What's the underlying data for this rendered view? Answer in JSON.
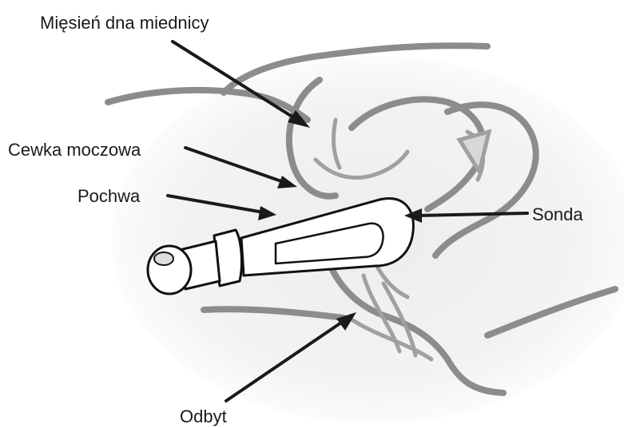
{
  "labels": {
    "pelvic_floor_muscle": "Mięsień dna miednicy",
    "urethra": "Cewka moczowa",
    "vagina": "Pochwa",
    "probe": "Sonda",
    "anus": "Odbyt"
  },
  "colors": {
    "anatomy_stroke": "#8c8c8c",
    "anatomy_fill": "#e9e9e9",
    "arrow": "#1a1a1a",
    "probe_outline": "#111111",
    "probe_fill": "#ffffff"
  }
}
